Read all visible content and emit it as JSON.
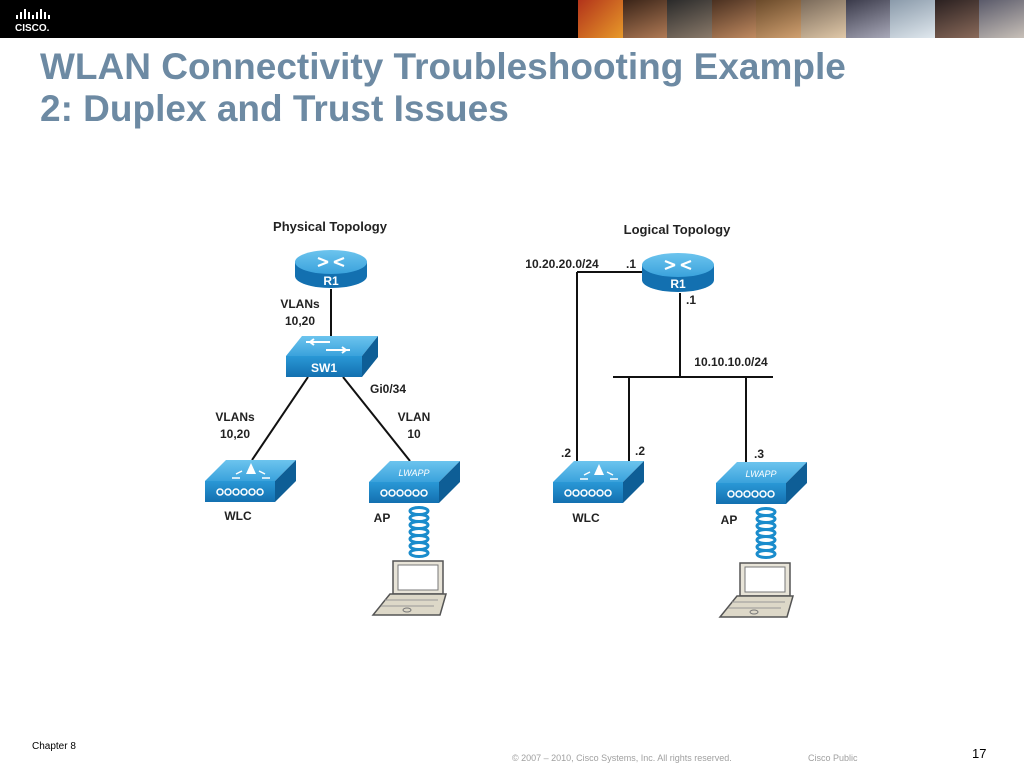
{
  "header": {
    "logo_text": "CISCO.",
    "accent_color": "#6d8aa3"
  },
  "slide": {
    "title_line1": "WLAN Connectivity Troubleshooting Example",
    "title_line2": "2: Duplex and Trust Issues"
  },
  "physical": {
    "heading": "Physical Topology",
    "router_label": "R1",
    "vlans_r1_line1": "VLANs",
    "vlans_r1_line2": "10,20",
    "switch_label": "SW1",
    "port_label": "Gi0/34",
    "vlans_wlc_line1": "VLANs",
    "vlans_wlc_line2": "10,20",
    "vlan_ap_line1": "VLAN",
    "vlan_ap_line2": "10",
    "wlc_label": "WLC",
    "ap_label": "AP",
    "lwapp": "LWAPP"
  },
  "logical": {
    "heading": "Logical Topology",
    "router_label": "R1",
    "subnet1": "10.20.20.0/24",
    "r1_addr_left": ".1",
    "r1_addr_bottom": ".1",
    "subnet2": "10.10.10.0/24",
    "wlc_addr_left": ".2",
    "wlc_addr_right": ".2",
    "ap_addr": ".3",
    "wlc_label": "WLC",
    "ap_label": "AP",
    "lwapp": "LWAPP"
  },
  "footer": {
    "chapter": "Chapter 8",
    "copyright": "© 2007 – 2010, Cisco Systems, Inc. All rights reserved.",
    "classification": "Cisco Public",
    "page_number": "17"
  }
}
